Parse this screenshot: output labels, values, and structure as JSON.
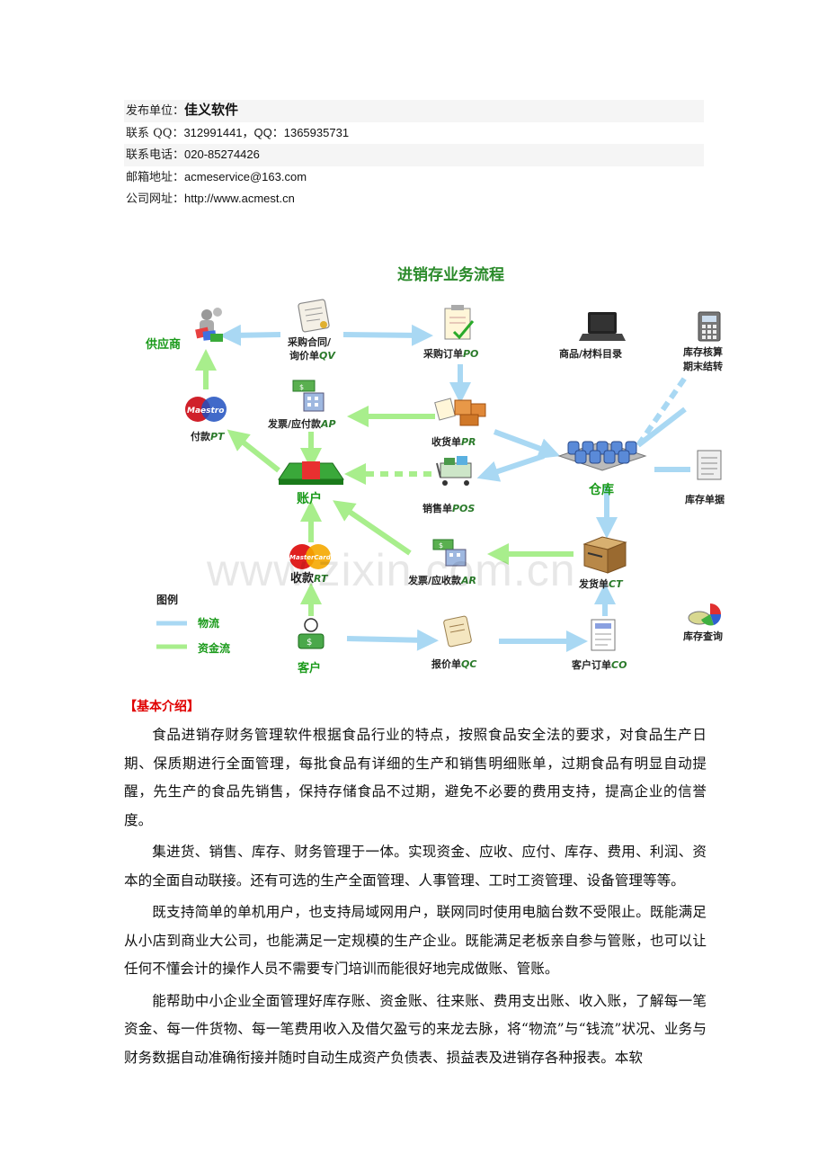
{
  "header": {
    "rows": [
      {
        "label": "发布单位：",
        "value": "佳义软件"
      },
      {
        "label": "联系 QQ：",
        "value": "312991441，QQ：1365935731"
      },
      {
        "label": "联系电话：",
        "value": "020-85274426"
      },
      {
        "label": "邮箱地址：",
        "value": "acmeservice@163.com"
      },
      {
        "label": "公司网址：",
        "value": "http://www.acmest.cn"
      }
    ]
  },
  "diagram": {
    "title": "进销存业务流程",
    "nodes": {
      "supplier": "供应商",
      "contract_a": "采购合同/",
      "contract_b": "询价单",
      "contract_code": "QV",
      "po": "采购订单",
      "po_code": "PO",
      "catalog": "商品/材料目录",
      "inv_calc_a": "库存核算",
      "inv_calc_b": "期末结转",
      "pay": "付款",
      "pay_code": "PT",
      "ap": "发票/应付款",
      "ap_code": "AP",
      "receipt": "收货单",
      "receipt_code": "PR",
      "account": "账户",
      "sales": "销售单",
      "sales_code": "POS",
      "warehouse": "仓库",
      "inv_doc": "库存单据",
      "receive": "收款",
      "receive_code": "RT",
      "ar": "发票/应收款",
      "ar_code": "AR",
      "ship": "发货单",
      "ship_code": "CT",
      "customer": "客户",
      "quote": "报价单",
      "quote_code": "QC",
      "cust_order": "客户订单",
      "cust_order_code": "CO",
      "inv_query": "库存查询",
      "maestro": "Maestro",
      "mastercard": "MasterCard"
    },
    "legend": {
      "title": "图例",
      "material": "物流",
      "funds": "资金流"
    },
    "colors": {
      "material_arrow": "#a9d8f3",
      "funds_arrow": "#a8ee8c",
      "node_label": "#222222",
      "code_label": "#2a7a2a",
      "green_label": "#1a9a1a"
    }
  },
  "watermark": "www.zixin.com.cn",
  "intro": {
    "heading": "【基本介绍】",
    "paragraphs": [
      "食品进销存财务管理软件根据食品行业的特点，按照食品安全法的要求，对食品生产日期、保质期进行全面管理，每批食品有详细的生产和销售明细账单，过期食品有明显自动提醒，先生产的食品先销售，保持存储食品不过期，避免不必要的费用支持，提高企业的信誉度。",
      "集进货、销售、库存、财务管理于一体。实现资金、应收、应付、库存、费用、利润、资本的全面自动联接。还有可选的生产全面管理、人事管理、工时工资管理、设备管理等等。",
      "既支持简单的单机用户，也支持局域网用户，联网同时使用电脑台数不受限止。既能满足从小店到商业大公司，也能满足一定规模的生产企业。既能满足老板亲自参与管账，也可以让任何不懂会计的操作人员不需要专门培训而能很好地完成做账、管账。",
      "能帮助中小企业全面管理好库存账、资金账、往来账、费用支出账、收入账，了解每一笔资金、每一件货物、每一笔费用收入及借欠盈亏的来龙去脉，将“物流”与“钱流”状况、业务与财务数据自动准确衔接并随时自动生成资产负债表、损益表及进销存各种报表。本软"
    ]
  }
}
